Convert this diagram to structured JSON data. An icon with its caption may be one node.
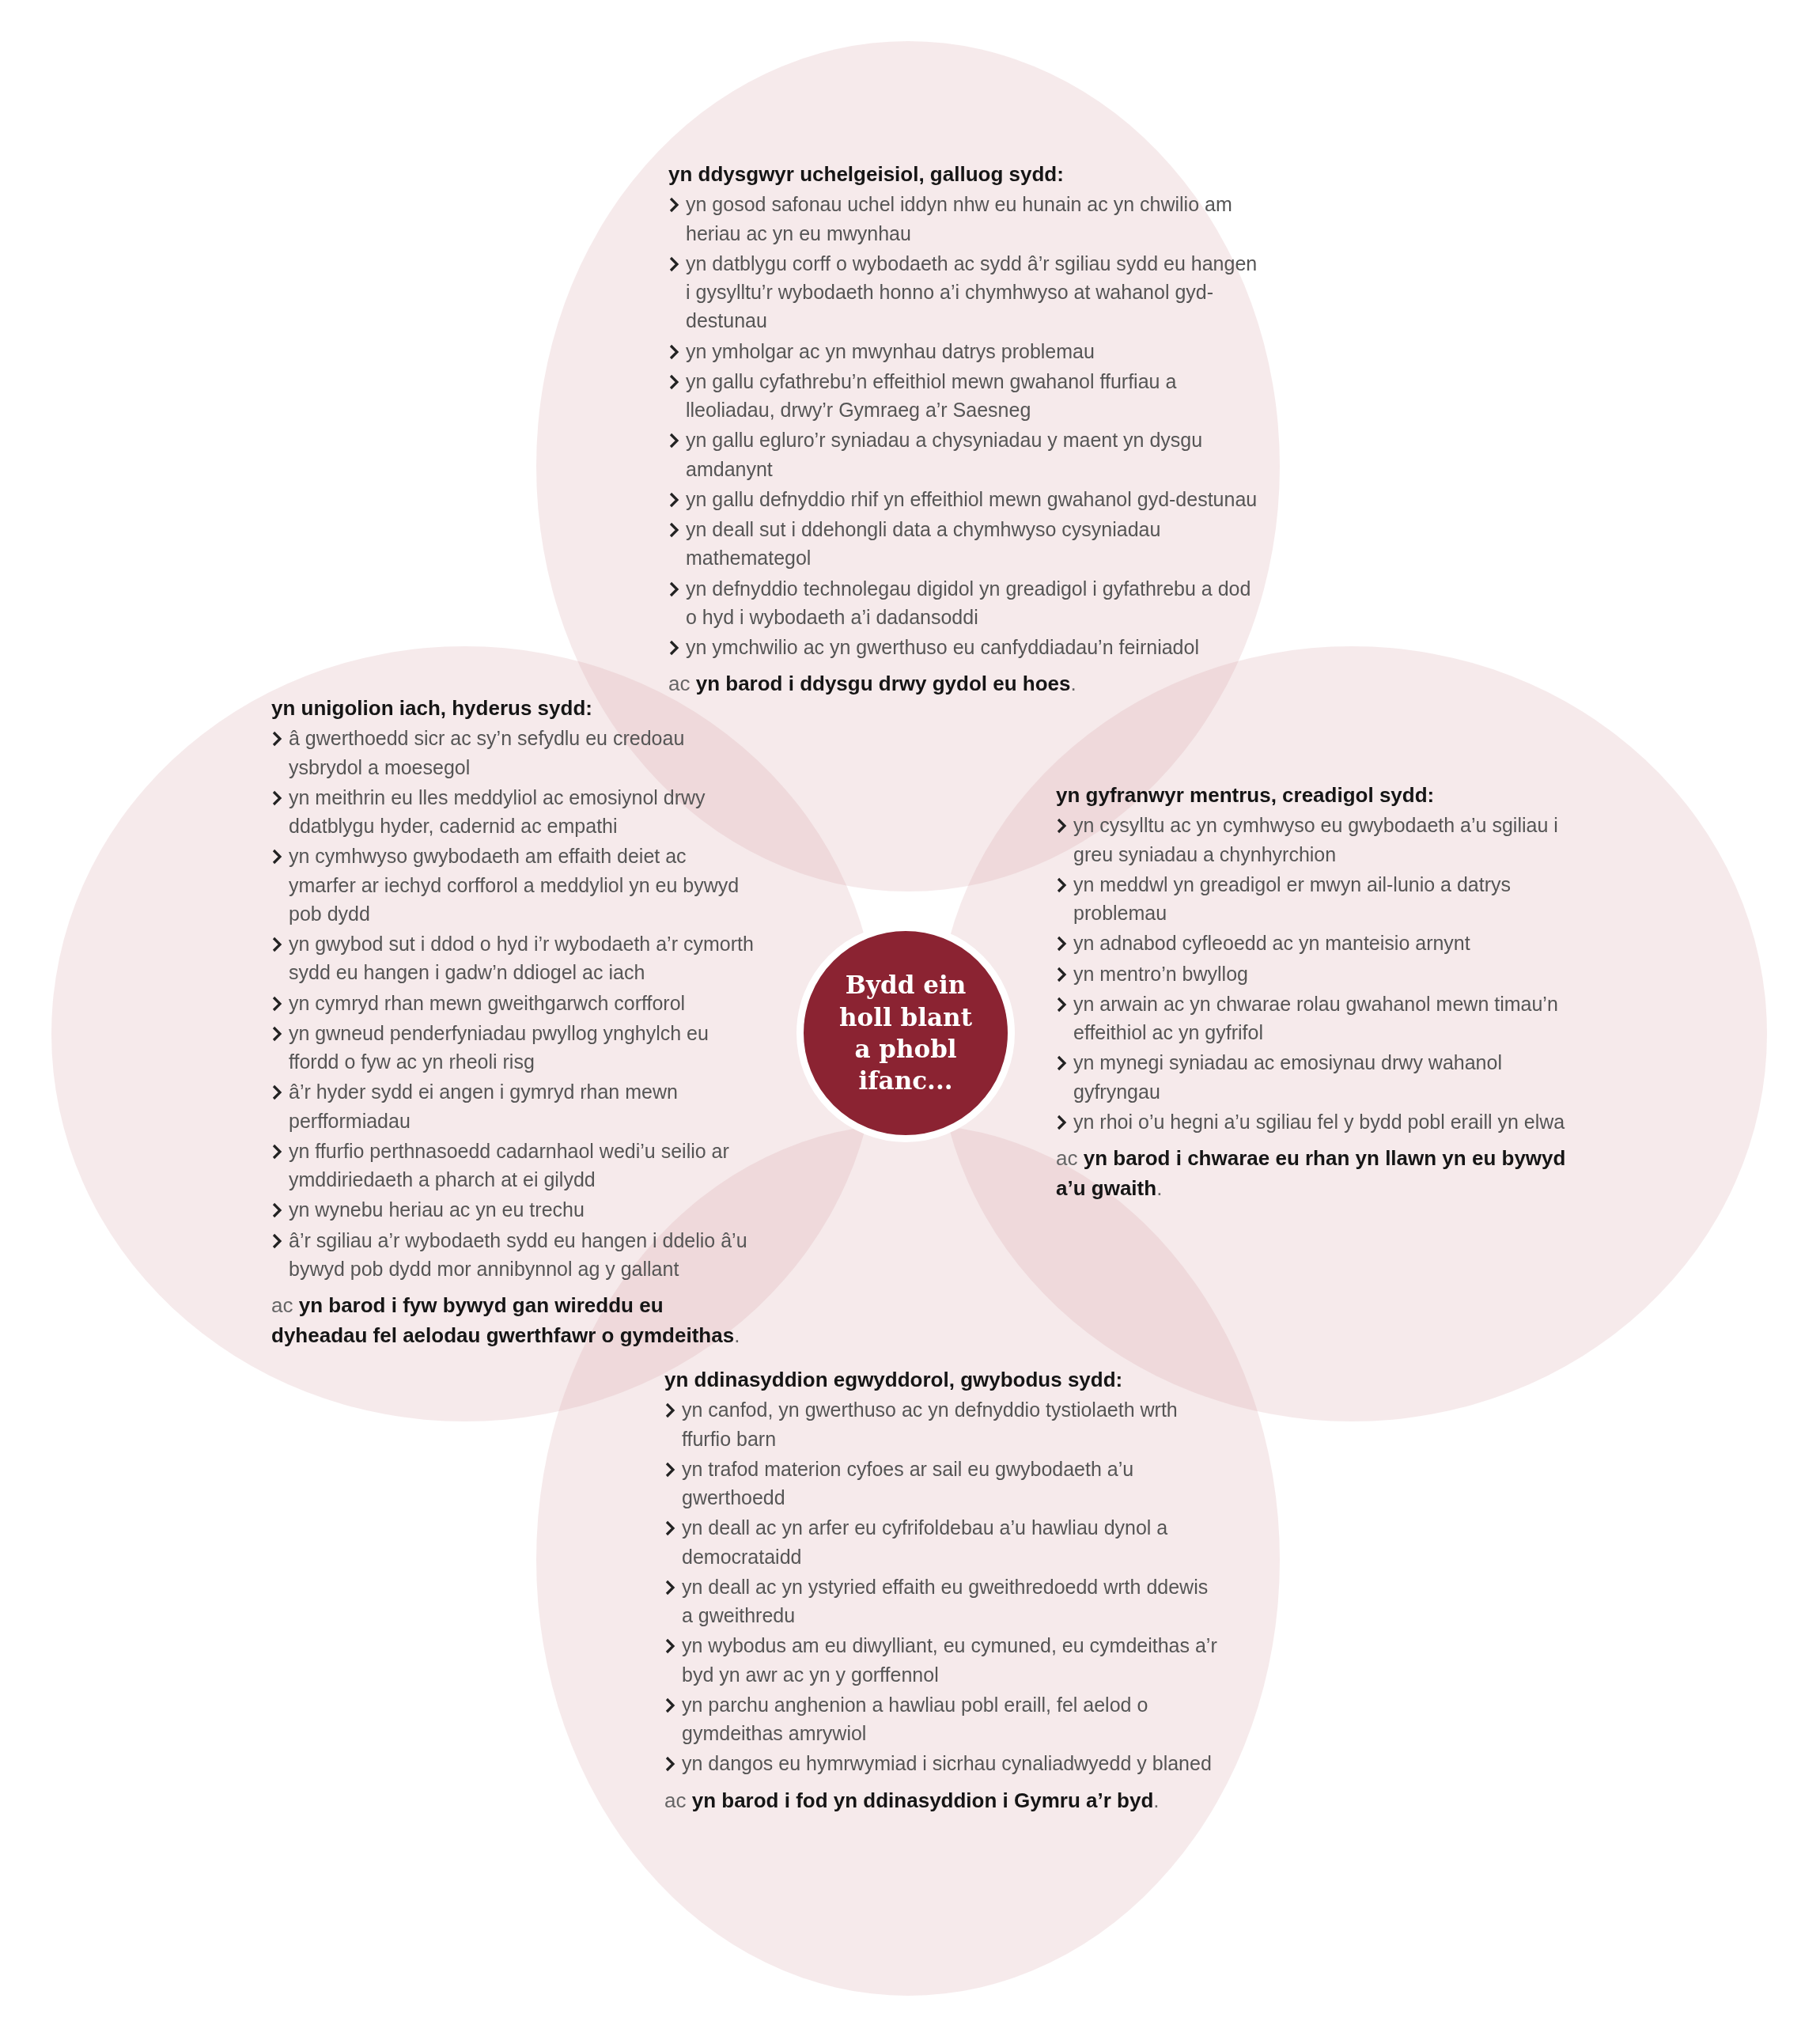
{
  "diagram": {
    "nodes": [
      {
        "text": [
          "yn ddysgwyr uchelgeisiol, galluog sydd:",
          "yn gosod safonau uchel iddyn nhw eu hunain ac yn chwilio am heriau ac yn eu mwynhau",
          "yn datblygu corff o wybodaeth ac sydd â’r sgiliau sydd eu hangen i gysylltu’r wybodaeth honno a’i chymhwyso at wahanol gyd-destunau",
          "yn ymholgar ac yn mwynhau datrys problemau",
          "yn gallu cyfathrebu’n effeithiol mewn gwahanol ffurfiau a lleoliadau, drwy’r Gymraeg a’r Saesneg",
          "yn gallu egluro’r syniadau a chysyniadau y maent yn dysgu amdanynt",
          "yn gallu defnyddio rhif yn effeithiol mewn gwahanol gyd-destunau",
          "yn deall sut i ddehongli data a chymhwyso cysyniadau mathemategol",
          "yn defnyddio technolegau digidol yn greadigol i gyfathrebu a dod o hyd i wybodaeth a’i dadansoddi",
          "yn ymchwilio ac yn gwerthuso eu canfyddiadau’n feirniadol",
          "ac **yn barod i ddysgu drwy gydol eu hoes**."
        ]
      },
      {
        "text": [
          "yn unigolion iach, hyderus sydd:",
          "â gwerthoedd sicr ac sy’n sefydlu eu credoau ysbrydol a moesegol",
          "yn meithrin eu lles meddyliol ac emosiynol drwy ddatblygu hyder, cadernid ac empathi",
          "yn cymhwyso gwybodaeth am effaith deiet ac ymarfer ar iechyd corfforol a meddyliol yn eu bywyd pob dydd",
          "yn gwybod sut i ddod o hyd i’r wybodaeth a’r cymorth sydd eu hangen i gadw’n ddiogel ac iach",
          "yn cymryd rhan mewn gweithgarwch corfforol",
          "yn gwneud penderfyniadau pwyllog ynghylch eu ffordd o fyw ac yn rheoli risg",
          "â’r hyder sydd ei angen i gymryd rhan mewn perfformiadau",
          "yn ffurfio perthnasoedd cadarnhaol wedi’u seilio ar ymddiriedaeth a pharch at ei gilydd",
          "yn wynebu heriau ac yn eu trechu",
          "â’r sgiliau a’r wybodaeth sydd eu hangen i ddelio â’u bywyd pob dydd mor annibynnol ag y gallant",
          "ac **yn barod i fyw bywyd gan wireddu eu dyheadau fel aelodau gwerthfawr o gymdeithas**."
        ]
      },
      {
        "text": [
          "yn gyfranwyr mentrus, creadigol sydd:",
          "yn cysylltu ac yn cymhwyso eu gwybodaeth a’u sgiliau i greu syniadau a chynhyrchion",
          "yn meddwl yn greadigol er mwyn ail-lunio a datrys problemau",
          "yn adnabod cyfleoedd ac yn manteisio arnynt",
          "yn mentro’n bwyllog",
          "yn arwain ac yn chwarae rolau gwahanol mewn timau’n effeithiol ac yn gyfrifol",
          "yn mynegi syniadau ac emosiynau drwy wahanol gyfryngau",
          "yn rhoi o’u hegni a’u sgiliau fel y bydd pobl eraill yn elwa",
          "ac **yn barod i chwarae eu rhan yn llawn yn eu bywyd a’u gwaith**."
        ]
      },
      {
        "text": [
          "Bydd ein holl blant a phobl ifanc..."
        ]
      },
      {
        "text": [
          "yn ddinasyddion egwyddorol, gwybodus sydd:",
          "yn canfod, yn gwerthuso ac yn defnyddio tystiolaeth wrth ffurfio barn",
          "yn trafod materion cyfoes ar sail eu gwybodaeth a’u gwerthoedd",
          "yn deall ac yn arfer eu cyfrifoldebau a’u hawliau dynol a democrataidd",
          "yn deall ac yn ystyried effaith eu gweithredoedd wrth ddewis a gweithredu",
          "yn wybodus am eu diwylliant, eu cymuned, eu cymdeithas a’r byd yn awr ac yn y gorffennol",
          "yn parchu anghenion a hawliau pobl eraill, fel aelod o gymdeithas amrywiol",
          "yn dangos eu hymrwymiad i sicrhau cynaliadwyedd y blaned",
          "ac **yn barod i fod yn ddinasyddion i Gymru a’r byd**."
        ]
      }
    ]
  }
}
